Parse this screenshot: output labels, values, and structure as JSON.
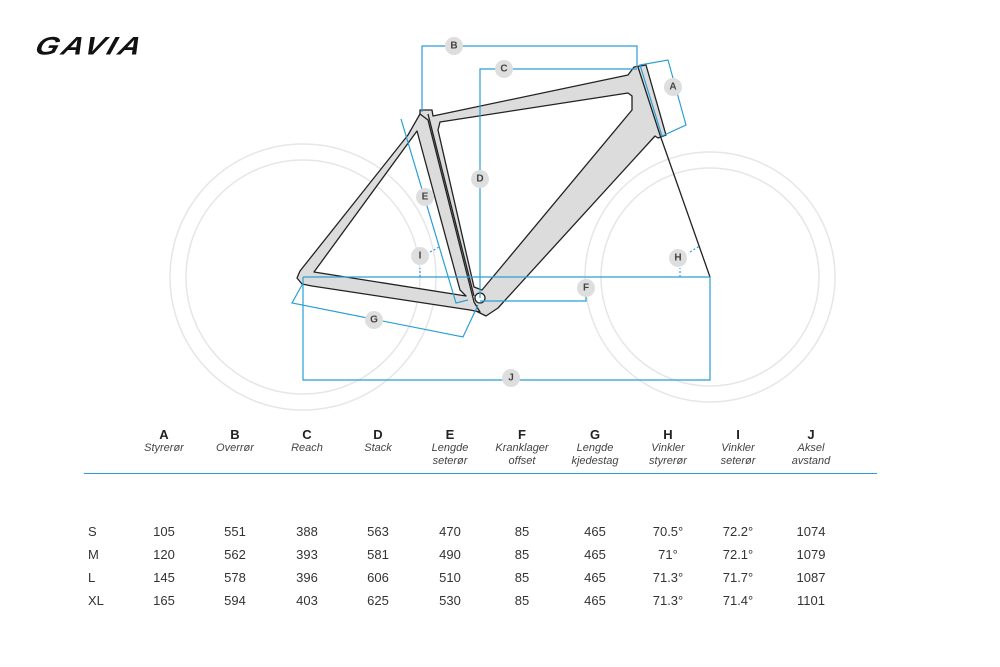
{
  "brand": "GAVIA",
  "colors": {
    "dimension_line": "#2a9fd6",
    "frame_fill": "#dcdcdc",
    "wheel": "#e6e6e6",
    "label_bubble": "#dedede"
  },
  "labels": [
    "A",
    "B",
    "C",
    "D",
    "E",
    "F",
    "G",
    "H",
    "I",
    "J"
  ],
  "table": {
    "columns": [
      {
        "letter": "A",
        "name": "Styrerør"
      },
      {
        "letter": "B",
        "name": "Overrør"
      },
      {
        "letter": "C",
        "name": "Reach"
      },
      {
        "letter": "D",
        "name": "Stack"
      },
      {
        "letter": "E",
        "name": "Lengde\nseterør"
      },
      {
        "letter": "F",
        "name": "Kranklager\noffset"
      },
      {
        "letter": "G",
        "name": "Lengde\nkjedestag"
      },
      {
        "letter": "H",
        "name": "Vinkler\nstyrerør"
      },
      {
        "letter": "I",
        "name": "Vinkler\nseterør"
      },
      {
        "letter": "J",
        "name": "Aksel\navstand"
      }
    ],
    "rows": [
      {
        "size": "S",
        "values": [
          "105",
          "551",
          "388",
          "563",
          "470",
          "85",
          "465",
          "70.5°",
          "72.2°",
          "1074"
        ]
      },
      {
        "size": "M",
        "values": [
          "120",
          "562",
          "393",
          "581",
          "490",
          "85",
          "465",
          "71°",
          "72.1°",
          "1079"
        ]
      },
      {
        "size": "L",
        "values": [
          "145",
          "578",
          "396",
          "606",
          "510",
          "85",
          "465",
          "71.3°",
          "71.7°",
          "1087"
        ]
      },
      {
        "size": "XL",
        "values": [
          "165",
          "594",
          "403",
          "625",
          "530",
          "85",
          "465",
          "71.3°",
          "71.4°",
          "1101"
        ]
      }
    ]
  }
}
